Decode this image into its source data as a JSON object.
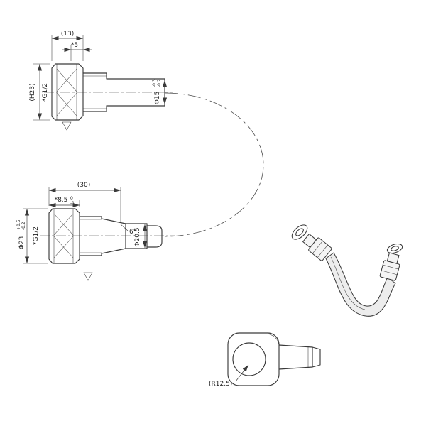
{
  "drawing": {
    "background": "#ffffff",
    "ink": "#3a3a3a",
    "views": {
      "top_fitting": {
        "dims": {
          "length_13": "(13)",
          "length_5": "*5",
          "height_h23": "(H23)",
          "thread_g12": "*G1/2",
          "dia_phi15": "Φ15",
          "dia_phi15_tol_upper": "-0.3",
          "dia_phi15_tol_lower": "-0.2"
        }
      },
      "middle_fitting": {
        "dims": {
          "length_30": "(30)",
          "length_8_5": "*8.5",
          "length_8_5_tol_upper": "0",
          "length_8_5_tol_lower": "-1",
          "dia_phi23": "Φ23",
          "dia_phi23_tol_upper": "+0.5",
          "dia_phi23_tol_lower": "-0.2",
          "thread_g12": "*G1/2",
          "cone_angle": "6°",
          "dia_phi20_5": "Φ20.5"
        }
      },
      "elbow_fitting": {
        "dims": {
          "radius_r12_5": "(R12.5)"
        }
      }
    }
  }
}
